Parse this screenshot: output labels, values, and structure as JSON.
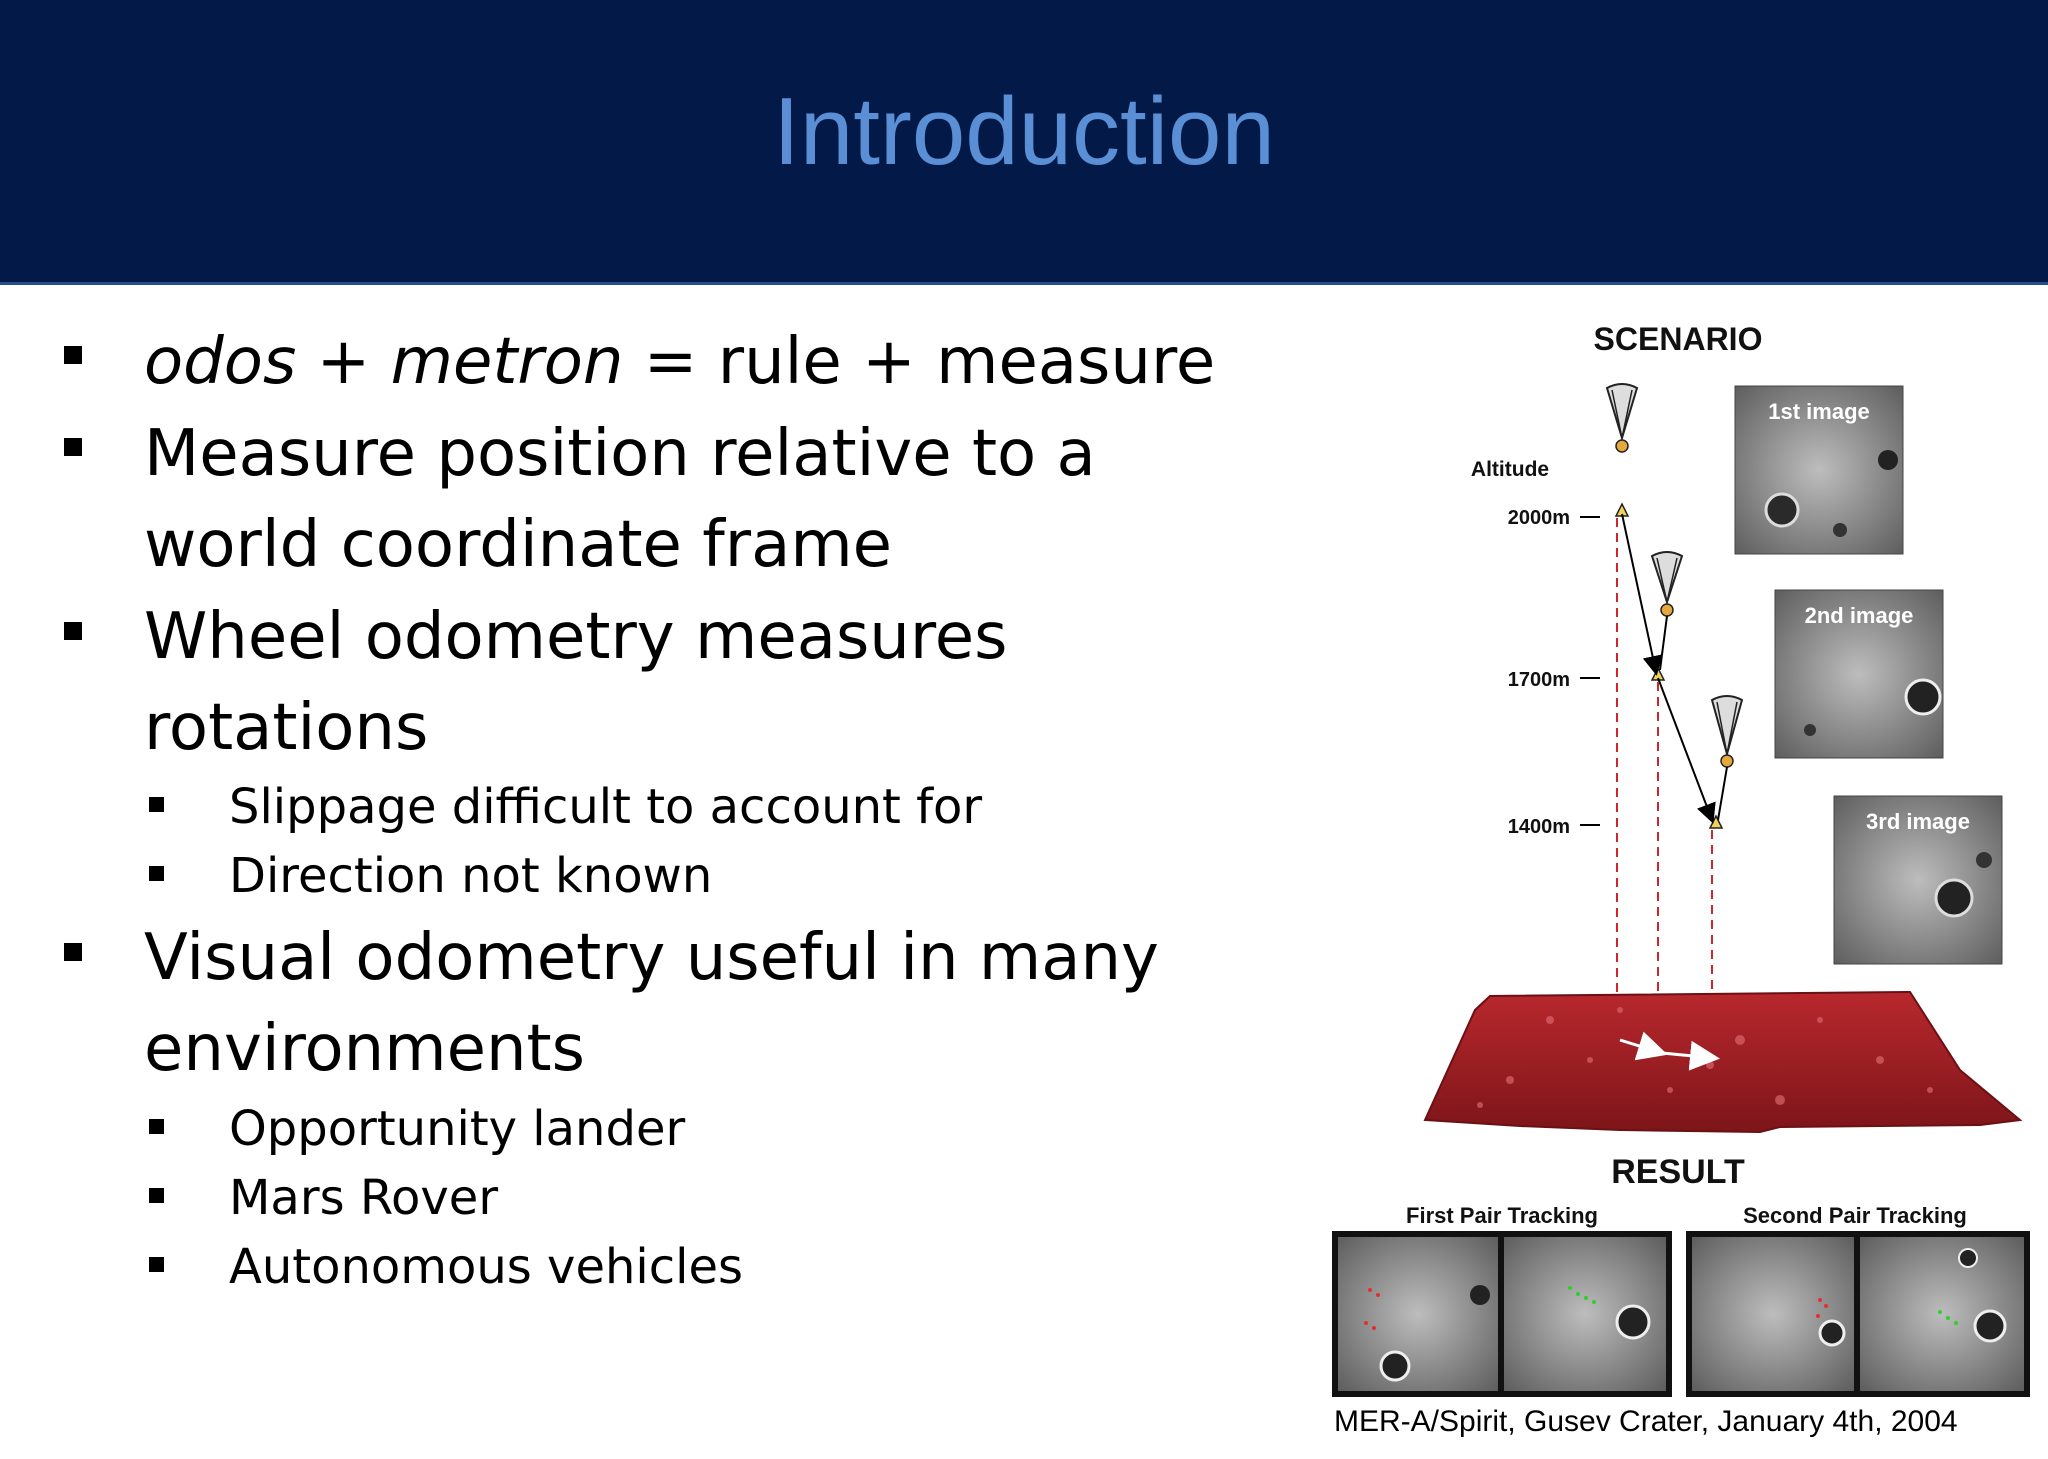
{
  "slide": {
    "title": "Introduction",
    "bullets": {
      "b1_term1": "odos",
      "b1_plus": " + ",
      "b1_term2": "metron",
      "b1_rest": " = rule + measure",
      "b2_line1": "Measure position relative to a",
      "b2_line2": "world coordinate frame",
      "b3_line1": "Wheel odometry measures",
      "b3_line2": "rotations",
      "b3_sub1": "Slippage difficult to account for",
      "b3_sub2": "Direction not known",
      "b4_line1": "Visual odometry useful in many",
      "b4_line2": "environments",
      "b4_sub1": "Opportunity lander",
      "b4_sub2": "Mars Rover",
      "b4_sub3": "Autonomous vehicles"
    }
  },
  "figure": {
    "scenario_label": "SCENARIO",
    "altitude_label": "Altitude",
    "altitudes": [
      "2000m",
      "1700m",
      "1400m"
    ],
    "images": [
      "1st image",
      "2nd image",
      "3rd image"
    ],
    "result_label": "RESULT",
    "first_pair": "First Pair Tracking",
    "second_pair": "Second Pair Tracking",
    "caption": "MER-A/Spirit, Gusev Crater, January 4th, 2004"
  },
  "colors": {
    "title_bar": "#031a49",
    "title_text": "#5a8fd6",
    "terrain": "#9e1f24",
    "trace": "#d0252a"
  }
}
